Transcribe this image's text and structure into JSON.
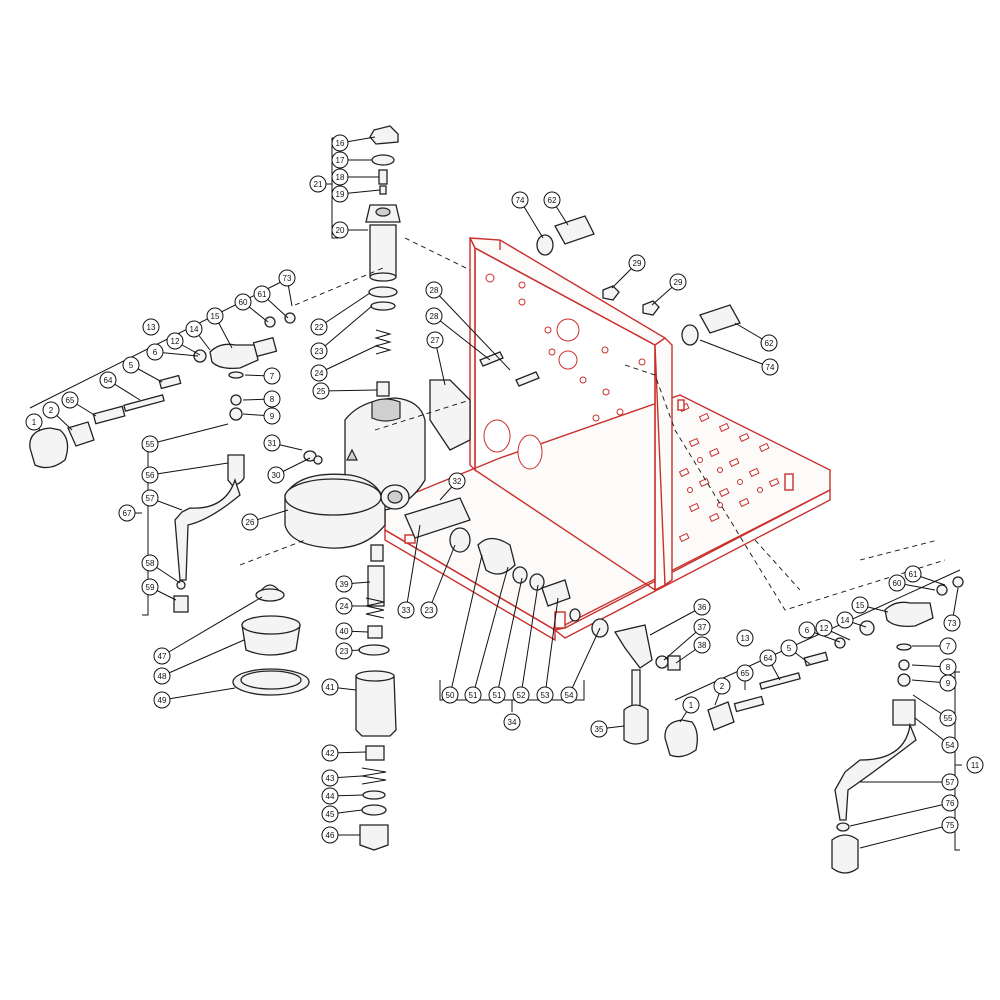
{
  "labels": [
    {
      "id": "c16",
      "text": "16"
    },
    {
      "id": "c17",
      "text": "17"
    },
    {
      "id": "c18",
      "text": "18"
    },
    {
      "id": "c19",
      "text": "19"
    },
    {
      "id": "c20",
      "text": "20"
    },
    {
      "id": "c21",
      "text": "21"
    },
    {
      "id": "c22",
      "text": "22"
    },
    {
      "id": "c23a",
      "text": "23"
    },
    {
      "id": "c24a",
      "text": "24"
    },
    {
      "id": "c25",
      "text": "25"
    },
    {
      "id": "c26",
      "text": "26"
    },
    {
      "id": "c27",
      "text": "27"
    },
    {
      "id": "c28a",
      "text": "28"
    },
    {
      "id": "c28b",
      "text": "28"
    },
    {
      "id": "c29a",
      "text": "29"
    },
    {
      "id": "c29b",
      "text": "29"
    },
    {
      "id": "c30",
      "text": "30"
    },
    {
      "id": "c31",
      "text": "31"
    },
    {
      "id": "c32",
      "text": "32"
    },
    {
      "id": "c33",
      "text": "33"
    },
    {
      "id": "c23b",
      "text": "23"
    },
    {
      "id": "c39",
      "text": "39"
    },
    {
      "id": "c24b",
      "text": "24"
    },
    {
      "id": "c40",
      "text": "40"
    },
    {
      "id": "c23c",
      "text": "23"
    },
    {
      "id": "c41",
      "text": "41"
    },
    {
      "id": "c42",
      "text": "42"
    },
    {
      "id": "c43",
      "text": "43"
    },
    {
      "id": "c44",
      "text": "44"
    },
    {
      "id": "c45",
      "text": "45"
    },
    {
      "id": "c46",
      "text": "46"
    },
    {
      "id": "c47",
      "text": "47"
    },
    {
      "id": "c48",
      "text": "48"
    },
    {
      "id": "c49",
      "text": "49"
    },
    {
      "id": "c1a",
      "text": "1"
    },
    {
      "id": "c2a",
      "text": "2"
    },
    {
      "id": "c65a",
      "text": "65"
    },
    {
      "id": "c64a",
      "text": "64"
    },
    {
      "id": "c5a",
      "text": "5"
    },
    {
      "id": "c6a",
      "text": "6"
    },
    {
      "id": "c12a",
      "text": "12"
    },
    {
      "id": "c13a",
      "text": "13"
    },
    {
      "id": "c14a",
      "text": "14"
    },
    {
      "id": "c15a",
      "text": "15"
    },
    {
      "id": "c60a",
      "text": "60"
    },
    {
      "id": "c61a",
      "text": "61"
    },
    {
      "id": "c73a",
      "text": "73"
    },
    {
      "id": "c7a",
      "text": "7"
    },
    {
      "id": "c8a",
      "text": "8"
    },
    {
      "id": "c9a",
      "text": "9"
    },
    {
      "id": "c55a",
      "text": "55"
    },
    {
      "id": "c56",
      "text": "56"
    },
    {
      "id": "c57a",
      "text": "57"
    },
    {
      "id": "c67",
      "text": "67"
    },
    {
      "id": "c58",
      "text": "58"
    },
    {
      "id": "c59",
      "text": "59"
    },
    {
      "id": "c74a",
      "text": "74"
    },
    {
      "id": "c62a",
      "text": "62"
    },
    {
      "id": "c62b",
      "text": "62"
    },
    {
      "id": "c74b",
      "text": "74"
    },
    {
      "id": "c50",
      "text": "50"
    },
    {
      "id": "c51a",
      "text": "51"
    },
    {
      "id": "c51b",
      "text": "51"
    },
    {
      "id": "c52",
      "text": "52"
    },
    {
      "id": "c53",
      "text": "53"
    },
    {
      "id": "c54a",
      "text": "54"
    },
    {
      "id": "c34",
      "text": "34"
    },
    {
      "id": "c36",
      "text": "36"
    },
    {
      "id": "c37",
      "text": "37"
    },
    {
      "id": "c38",
      "text": "38"
    },
    {
      "id": "c35",
      "text": "35"
    },
    {
      "id": "c13b",
      "text": "13"
    },
    {
      "id": "c64b",
      "text": "64"
    },
    {
      "id": "c5b",
      "text": "5"
    },
    {
      "id": "c6b",
      "text": "6"
    },
    {
      "id": "c12b",
      "text": "12"
    },
    {
      "id": "c14b",
      "text": "14"
    },
    {
      "id": "c15b",
      "text": "15"
    },
    {
      "id": "c60b",
      "text": "60"
    },
    {
      "id": "c61b",
      "text": "61"
    },
    {
      "id": "c73b",
      "text": "73"
    },
    {
      "id": "c7b",
      "text": "7"
    },
    {
      "id": "c8b",
      "text": "8"
    },
    {
      "id": "c9b",
      "text": "9"
    },
    {
      "id": "c55b",
      "text": "55"
    },
    {
      "id": "c54b",
      "text": "54"
    },
    {
      "id": "c11",
      "text": "11"
    },
    {
      "id": "c57b",
      "text": "57"
    },
    {
      "id": "c76",
      "text": "76"
    },
    {
      "id": "c75",
      "text": "75"
    },
    {
      "id": "c1b",
      "text": "1"
    },
    {
      "id": "c2b",
      "text": "2"
    },
    {
      "id": "c65b",
      "text": "65"
    }
  ],
  "colors": {
    "frame": "#c9302c",
    "ink": "#111111",
    "part_fill": "#f4f4f4"
  }
}
